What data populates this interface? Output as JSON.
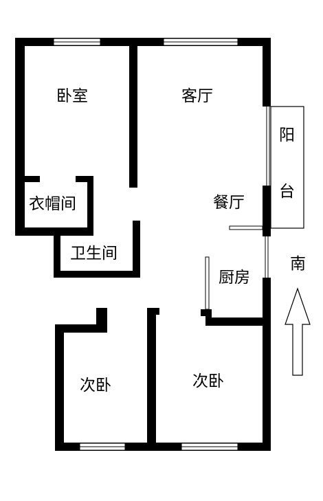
{
  "rooms": {
    "master_bedroom": "卧室",
    "living_room": "客厅",
    "cloakroom": "衣帽间",
    "bathroom": "卫生间",
    "dining_room": "餐厅",
    "kitchen": "厨房",
    "bedroom_left": "次卧",
    "bedroom_right": "次卧"
  },
  "balcony": {
    "char_1": "阳",
    "char_2": "台"
  },
  "compass": {
    "label": "南"
  }
}
